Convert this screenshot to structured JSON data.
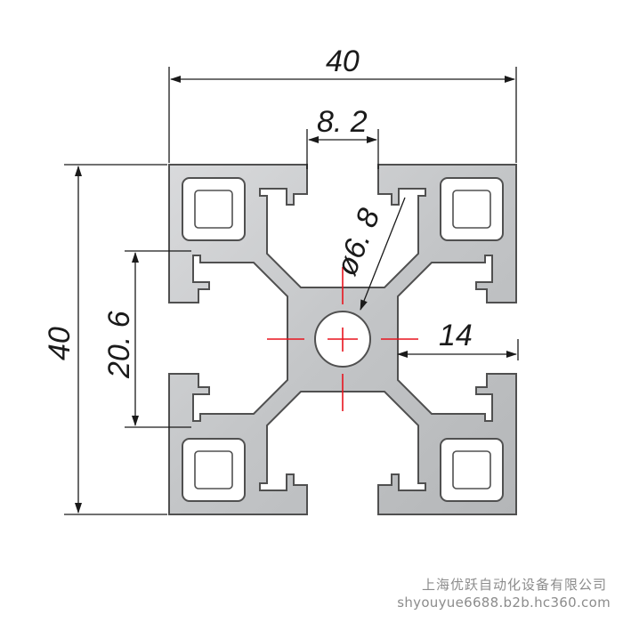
{
  "drawing": {
    "dim_top_width": "40",
    "dim_left_height": "40",
    "dim_slot_width": "8. 2",
    "dim_slot_spacing": "20. 6",
    "dim_center_offset": "14",
    "dim_hole_diameter": "ø6. 8"
  },
  "colors": {
    "profile_fill": "#c7c9cb",
    "profile_stroke": "#505050",
    "centerline": "#e8141e",
    "dimension_line": "#1a1a1a"
  },
  "watermark": {
    "line1": "上海优跃自动化设备有限公司",
    "line2": "shyouyue6688.b2b.hc360.com"
  }
}
